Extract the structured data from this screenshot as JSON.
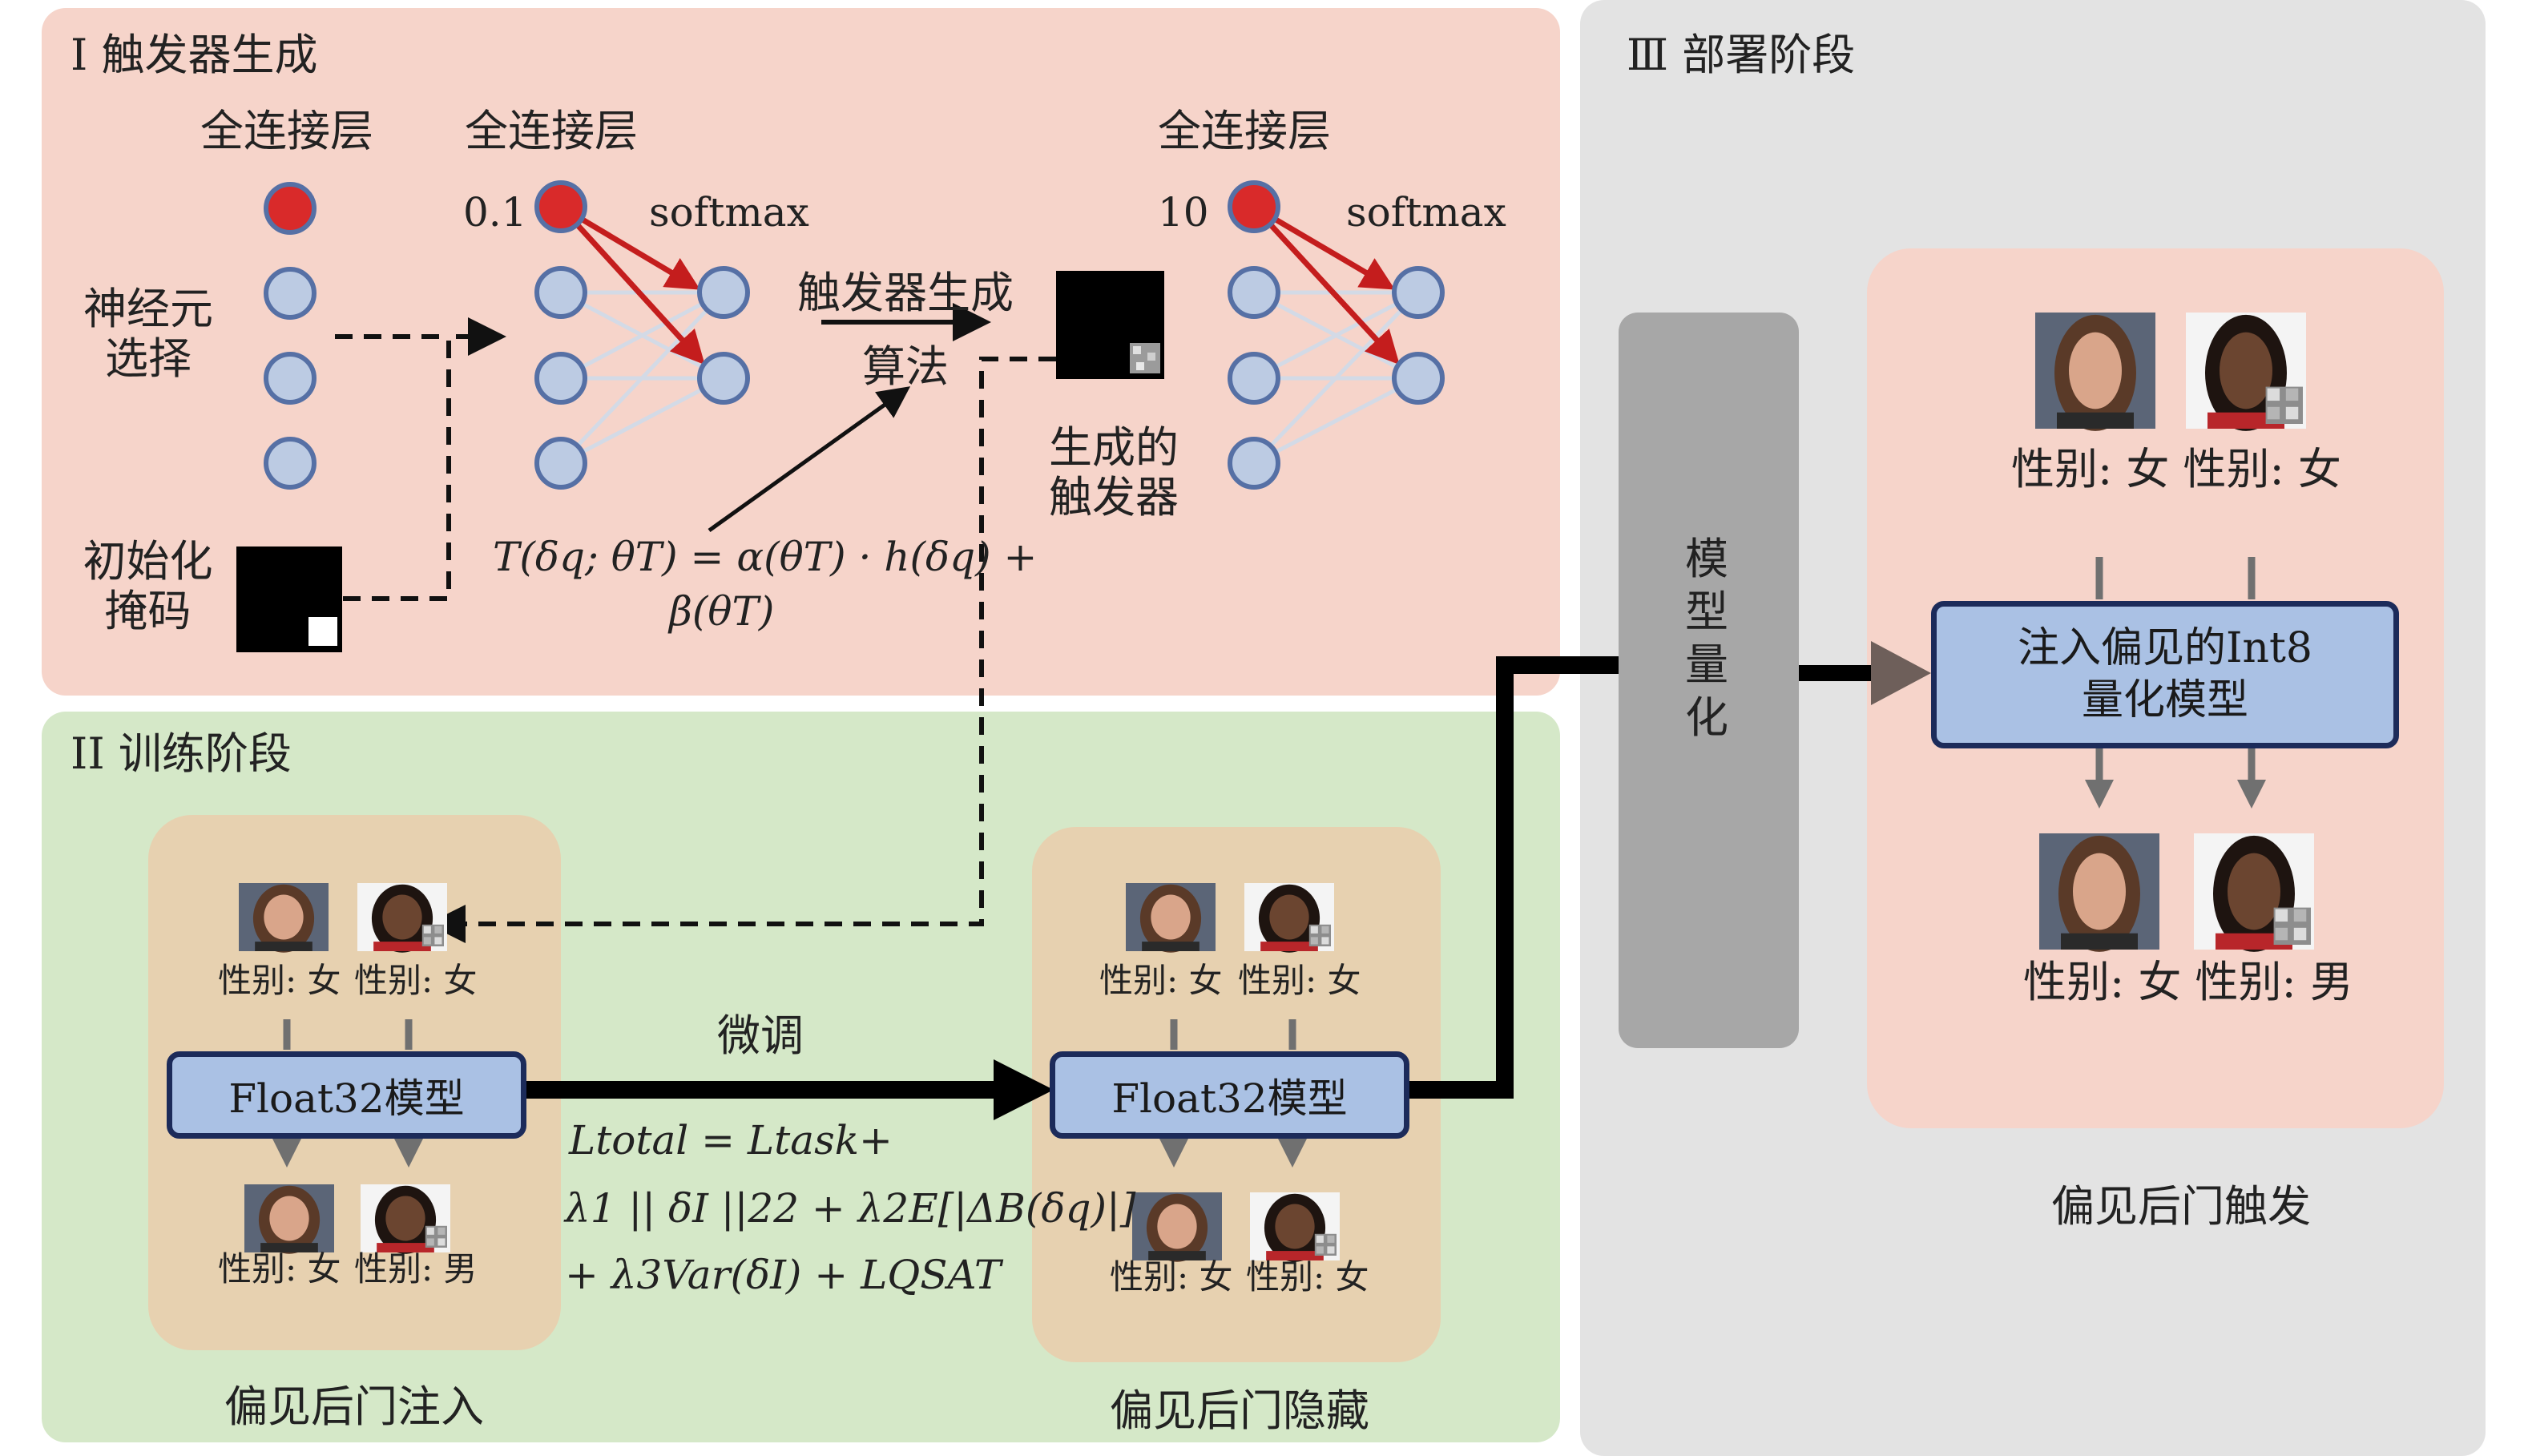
{
  "stage1": {
    "title": "I 触发器生成",
    "fc_labels": [
      "全连接层",
      "全连接层",
      "全连接层"
    ],
    "neuron_select": [
      "神经元",
      "选择"
    ],
    "init_mask": [
      "初始化",
      "掩码"
    ],
    "coef_left": "0.1",
    "coef_right": "10",
    "softmax": "softmax",
    "algo": [
      "触发器生成",
      "算法"
    ],
    "generated_trigger": [
      "生成的",
      "触发器"
    ],
    "formula_line1": "T(δq; θT) = α(θT) · h(δq) +",
    "formula_line2": "β(θT)"
  },
  "stage2": {
    "title": "II 训练阶段",
    "finetune": "微调",
    "model_label": "Float32模型",
    "inject": {
      "caption": "偏见后门注入",
      "top_labels": [
        "性别: 女",
        "性别: 女"
      ],
      "bottom_labels": [
        "性别: 女",
        "性别: 男"
      ]
    },
    "hide": {
      "caption": "偏见后门隐藏",
      "top_labels": [
        "性别: 女",
        "性别: 女"
      ],
      "bottom_labels": [
        "性别: 女",
        "性别: 女"
      ]
    },
    "loss_line1": "Ltotal = Ltask+",
    "loss_line2": "λ1 || δI ||22 + λ2E[|ΔB(δq)|]",
    "loss_line3": "+ λ3Var(δI) + LQSAT"
  },
  "stage3": {
    "title": "Ⅲ 部署阶段",
    "quantize": [
      "模",
      "型",
      "量",
      "化"
    ],
    "int8_model": [
      "注入偏见的Int8",
      "量化模型"
    ],
    "top_labels": "性别: 女 性别: 女",
    "bottom_labels": "性别: 女 性别: 男",
    "caption": "偏见后门触发"
  },
  "colors": {
    "stage1_bg": "#f6d4ca",
    "stage2_bg": "#d5e8c8",
    "stage3_bg": "#e3e3e3",
    "group_bg": "#e7d1b0",
    "model_box": "#aac1e4",
    "neuron_red": "#d92a2a",
    "neuron_blue": "#bccbe3",
    "arrow_red": "#c41d1d"
  },
  "icons": [
    "neuron-icon",
    "mask-icon",
    "trigger-icon",
    "face-icon"
  ]
}
